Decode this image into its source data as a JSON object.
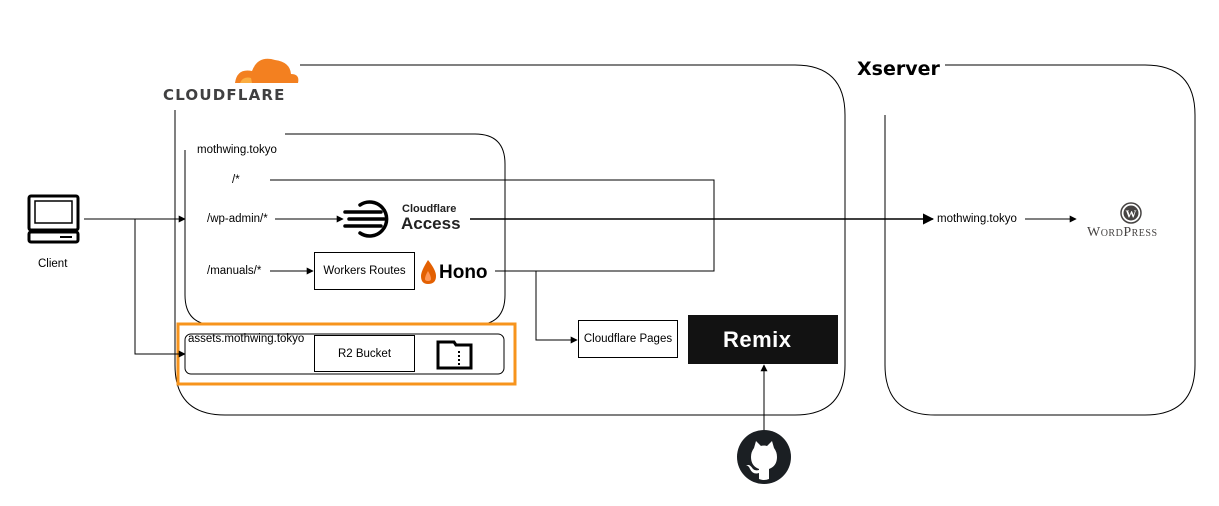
{
  "client": {
    "label": "Client"
  },
  "cloudflare": {
    "logo_text": "CLOUDFLARE",
    "domain": "mothwing.tokyo",
    "routes": [
      "/*",
      "/wp-admin/*",
      "/manuals/*"
    ],
    "access": {
      "line1": "Cloudflare",
      "line2": "Access"
    },
    "workers_routes": "Workers Routes",
    "hono": "Hono",
    "assets_domain": "assets.mothwing.tokyo",
    "r2_bucket": "R2 Bucket",
    "pages": "Cloudflare Pages",
    "remix": "Remix"
  },
  "xserver": {
    "logo_text": "Xserver",
    "domain": "mothwing.tokyo",
    "wordpress_text": "WordPress"
  },
  "colors": {
    "cloudflare_orange": "#f38020",
    "highlight_orange": "#f7941d",
    "remix_bg": "#121212",
    "hono_orange": "#e36002"
  }
}
